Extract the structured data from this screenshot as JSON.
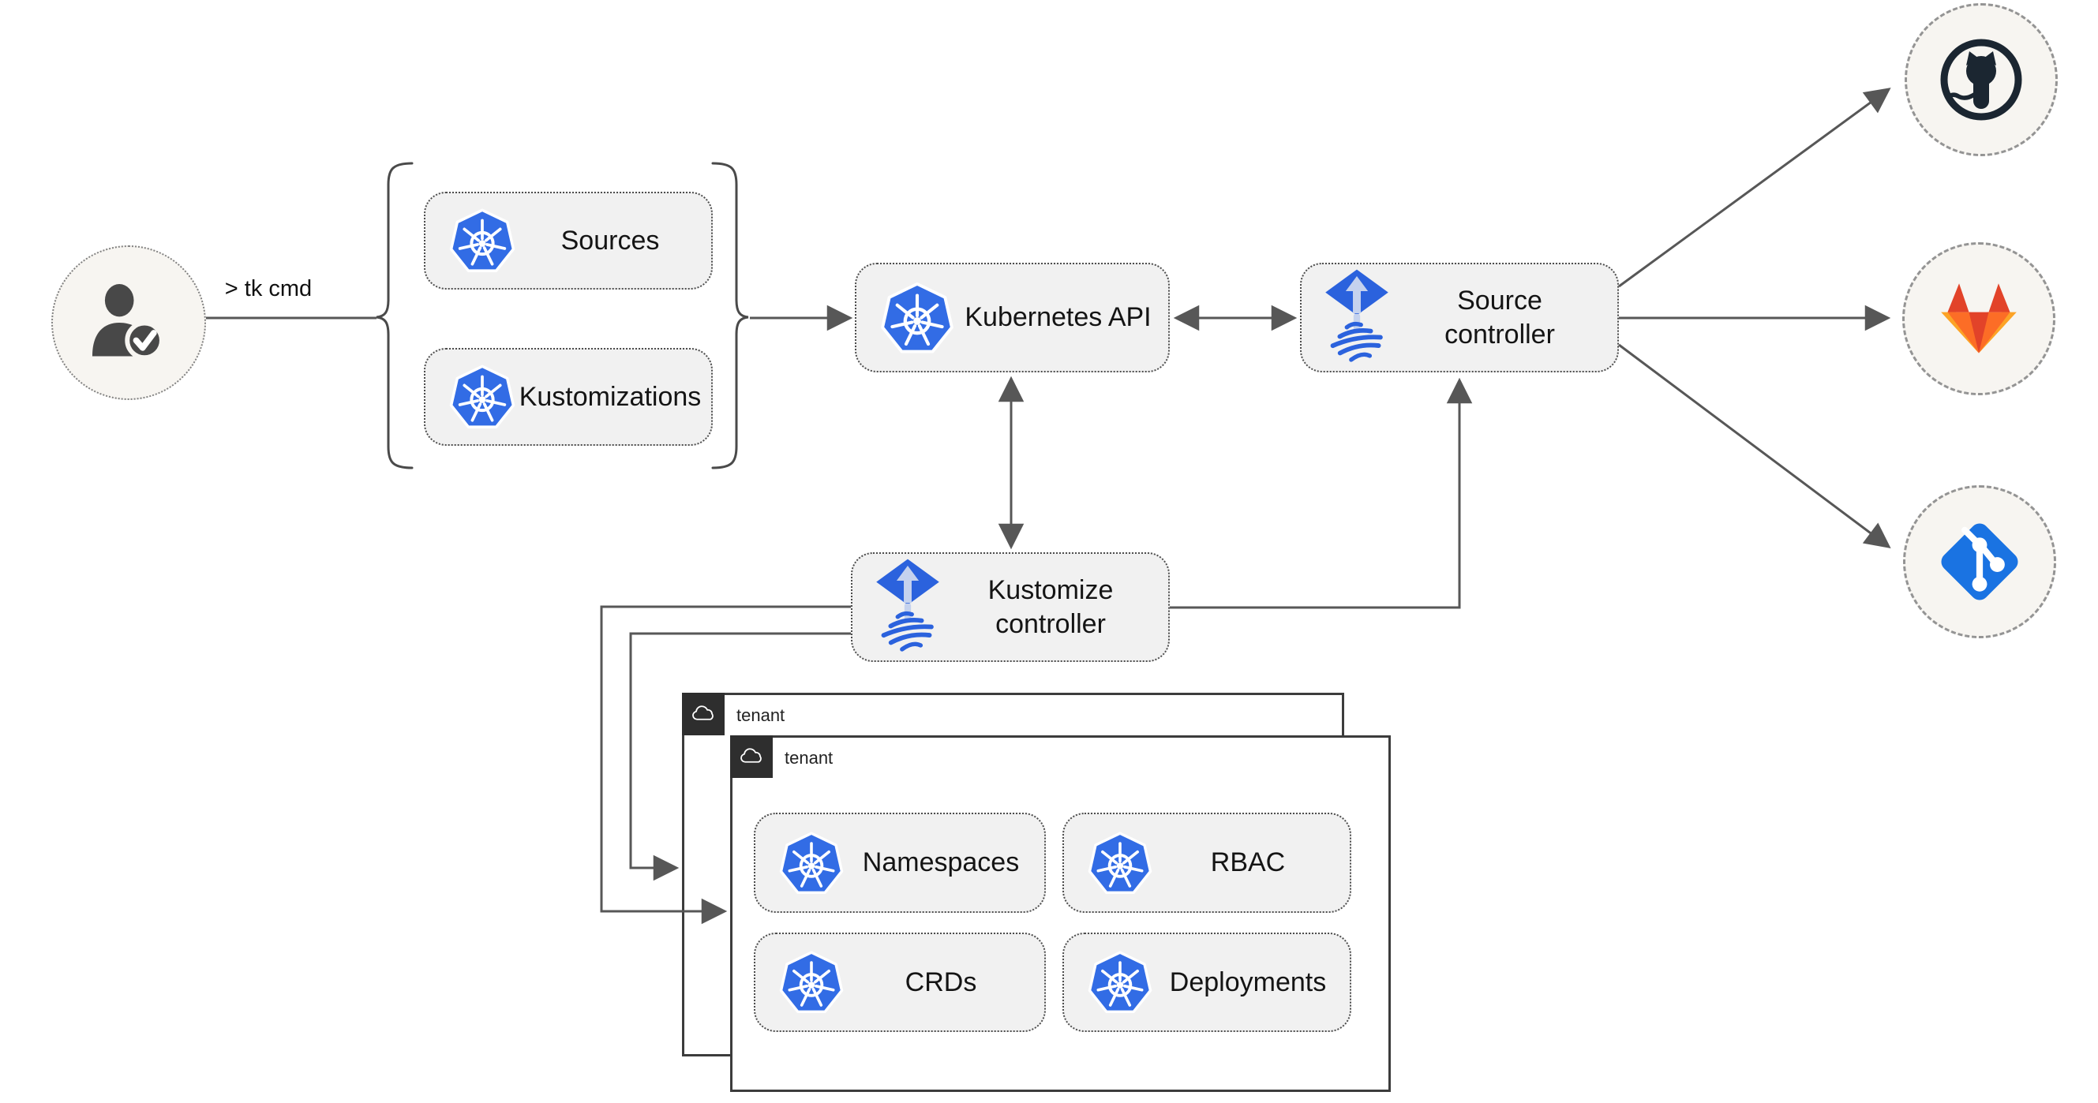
{
  "labels": {
    "command": "> tk cmd",
    "sources": "Sources",
    "kustomizations": "Kustomizations",
    "kubernetes_api": "Kubernetes API",
    "source_controller": "Source controller",
    "kustomize_controller": "Kustomize controller",
    "tenant_outer": "tenant",
    "tenant_inner": "tenant",
    "namespaces": "Namespaces",
    "rbac": "RBAC",
    "crds": "CRDs",
    "deployments": "Deployments"
  },
  "icons": {
    "user": "user-check-icon",
    "kubernetes": "kubernetes-icon",
    "flux": "flux-icon",
    "cloud": "cloud-icon",
    "github": "github-icon",
    "gitlab": "gitlab-icon",
    "git": "git-icon"
  },
  "colors": {
    "kubernetes_blue": "#326ce5",
    "flux_blue": "#2b62dd",
    "flux_arrow_light": "#c5d2ee",
    "github_dark": "#1b2631",
    "gitlab_red": "#e24329",
    "gitlab_orange": "#fc6d26",
    "gitlab_light_orange": "#fca326",
    "git_blue": "#1a73e2",
    "connector_gray": "#575757",
    "node_fill": "#f1f1f1",
    "circle_fill": "#f7f5f1"
  }
}
